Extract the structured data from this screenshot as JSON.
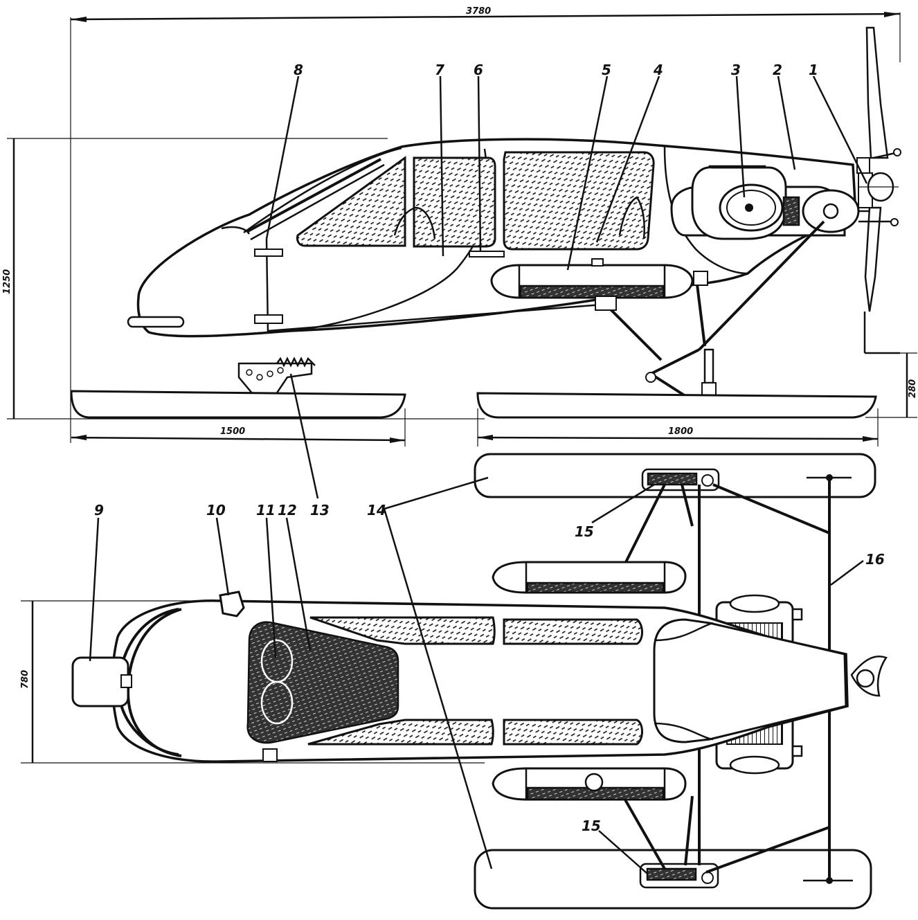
{
  "dimensions": {
    "overall_length": "3780",
    "overall_height": "1250",
    "ski_clearance": "280",
    "front_ski_length": "1500",
    "rear_ski_length": "1800",
    "width": "780"
  },
  "callouts": [
    "1",
    "2",
    "3",
    "4",
    "5",
    "6",
    "7",
    "8",
    "9",
    "10",
    "11",
    "12",
    "13",
    "14",
    "15",
    "15",
    "16"
  ],
  "colors": {
    "ink": "#111111",
    "paper": "#ffffff"
  }
}
